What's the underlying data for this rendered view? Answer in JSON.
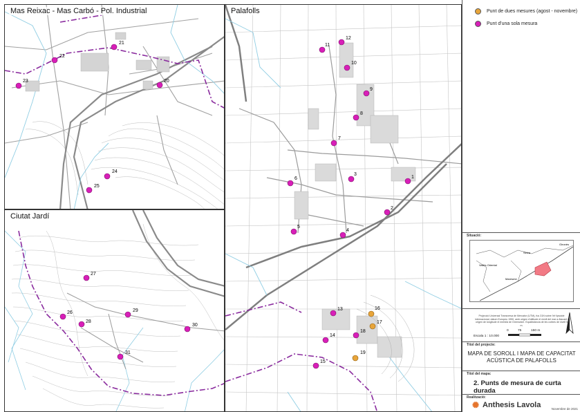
{
  "panels": {
    "mas_reixac": "Mas Reixac - Mas Carbó - Pol. Industrial",
    "palafolls": "Palafolls",
    "ciutat_jardi": "Ciutat Jardí"
  },
  "legend": {
    "two_measures": "Punt de dues mesures (agost - novembre)",
    "single_measure": "Punt d'una sola mesura"
  },
  "colors": {
    "single": "#d81fb8",
    "double": "#e8a53a",
    "boundary": "#8a2b9e",
    "water": "#8fcde3",
    "road": "#9a9a9a",
    "highlight": "#f27a85"
  },
  "situacio": {
    "label": "Situació:",
    "places": [
      "Selva",
      "Gironès",
      "Vallès Oriental",
      "Maresme"
    ]
  },
  "credits": "Projecció Universal Transversa de Mercator (UTM), fus 31N sobre l'el·lipsoide internacional, datum Europeu 1950, amb origen d'altitude el nivell del mar a Alacant i origen de longitude el meridià de Greenwich. Equidistància de les corbes de nivell 5 m.",
  "scale": {
    "label": "Escala 1 : 10.000",
    "ticks": [
      "0",
      "75",
      "150 m"
    ]
  },
  "project": {
    "label": "Títol del projecte:",
    "title_line1": "MAPA DE SOROLL I MAPA DE CAPACITAT",
    "title_line2": "ACÚSTICA DE PALAFOLLS"
  },
  "map": {
    "label": "Títol del mapa:",
    "title": "2. Punts de mesura de curta durada"
  },
  "author": {
    "label": "Realització:",
    "name": "Anthesis Lavola",
    "date": "Novembre de 2021"
  },
  "points": {
    "p1": "1",
    "p2": "2",
    "p3": "3",
    "p4": "4",
    "p5": "5",
    "p6": "6",
    "p7": "7",
    "p8": "8",
    "p9": "9",
    "p10": "10",
    "p11": "11",
    "p12": "12",
    "p13": "13",
    "p14": "14",
    "p15": "15",
    "p16": "16",
    "p17": "17",
    "p18": "18",
    "p19": "19",
    "p20": "20",
    "p21": "21",
    "p22": "22",
    "p23": "23",
    "p24": "24",
    "p25": "25",
    "p26": "26",
    "p27": "27",
    "p28": "28",
    "p29": "29",
    "p30": "30",
    "p31": "31"
  }
}
